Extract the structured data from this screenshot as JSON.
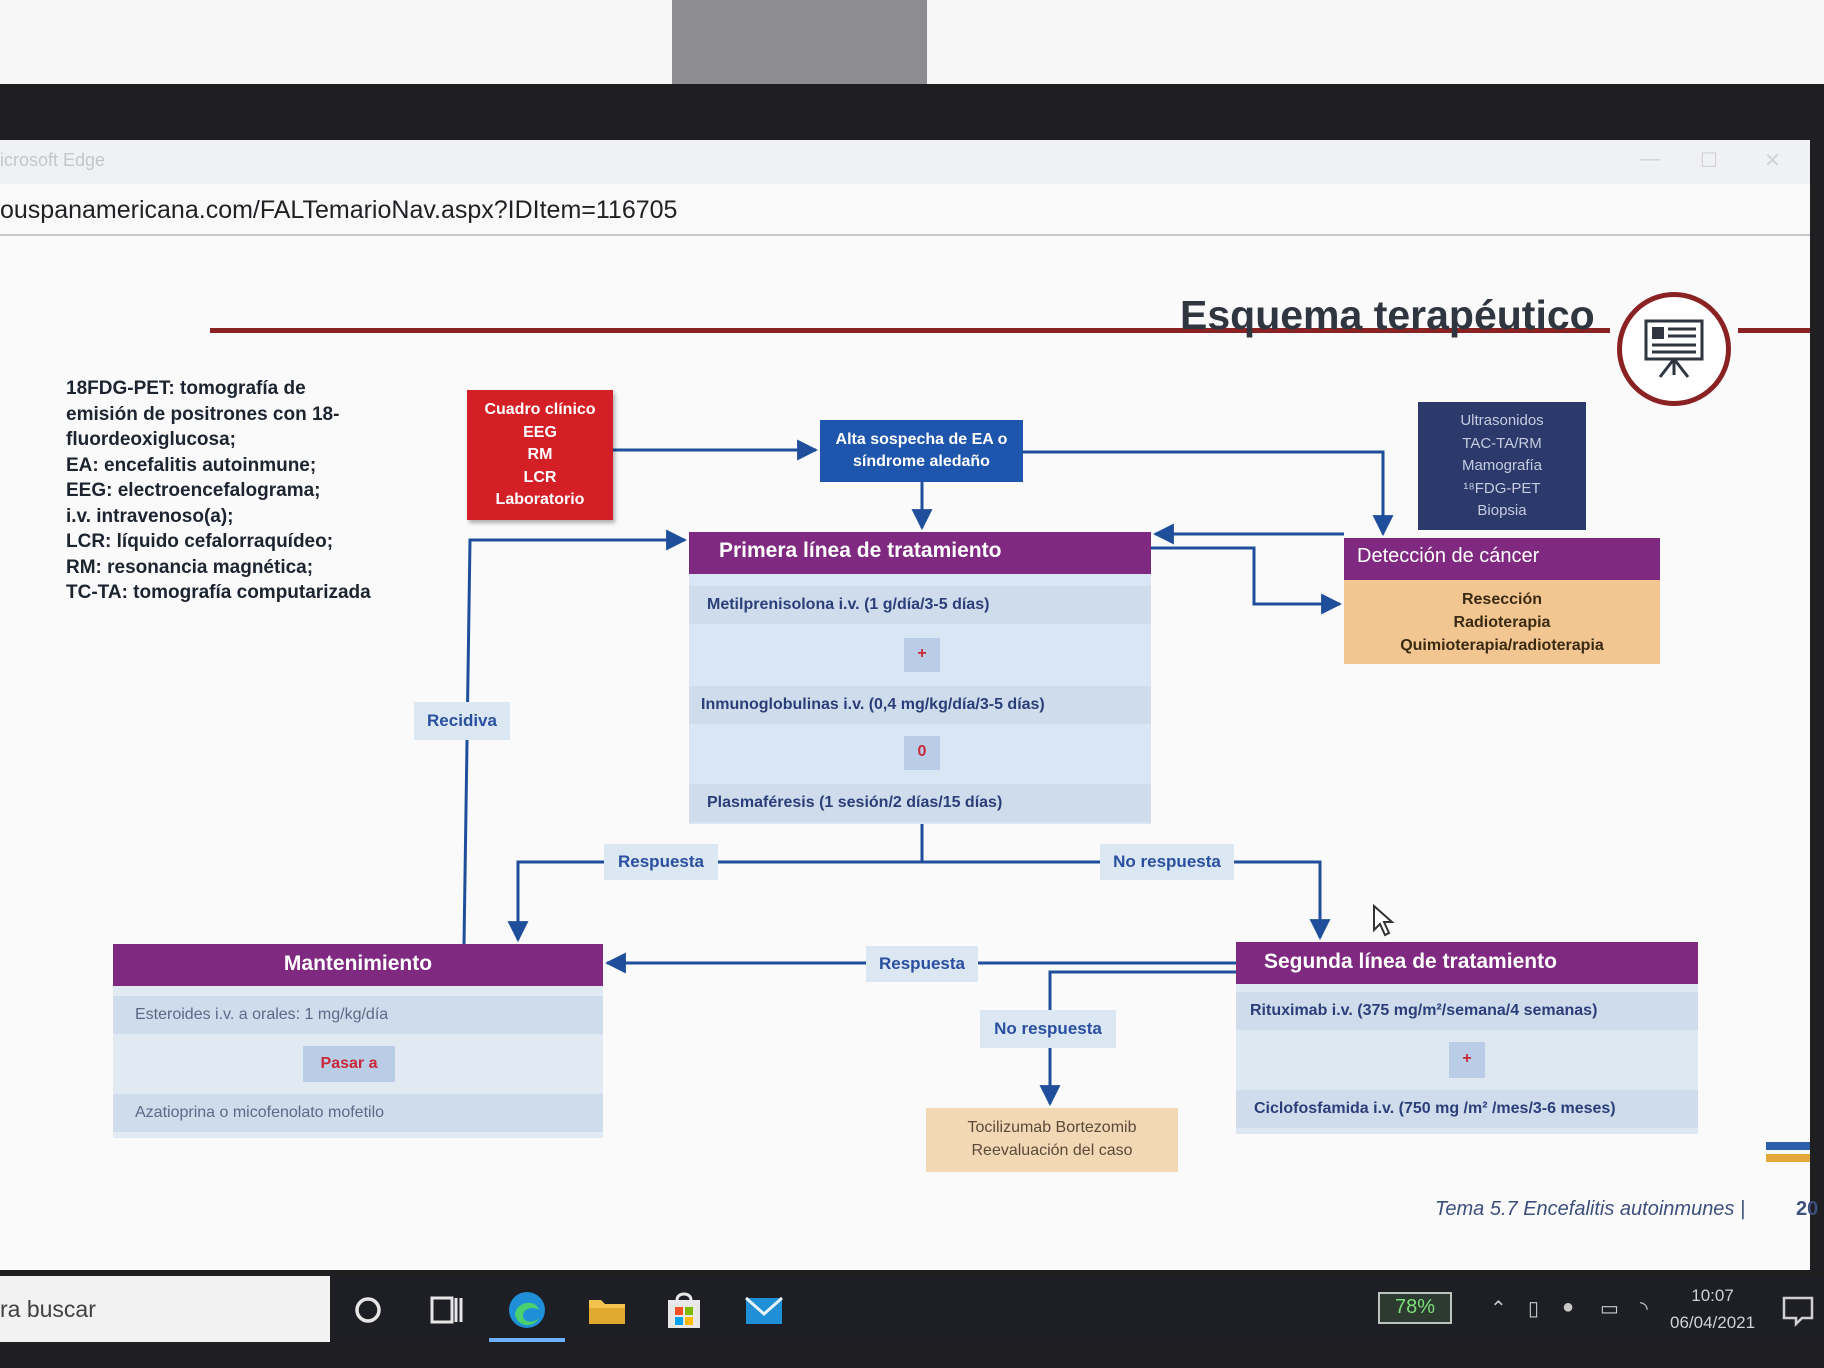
{
  "browser": {
    "app_title": "icrosoft Edge",
    "url": "ouspanamericana.com/FALTemarioNav.aspx?IDItem=116705"
  },
  "slide": {
    "title": "Esquema terapéutico",
    "glossary": [
      "18FDG-PET: tomografía de",
      "emisión de positrones con 18-",
      "fluordeoxiglucosa;",
      "EA: encefalitis autoinmune;",
      "EEG: electroencefalograma;",
      "i.v. intravenoso(a);",
      "LCR: líquido cefalorraquídeo;",
      "RM: resonancia magnética;",
      "TC-TA: tomografía computarizada"
    ],
    "clinical_box": [
      "Cuadro clínico",
      "EEG",
      "RM",
      "LCR",
      "Laboratorio"
    ],
    "suspicion_box": [
      "Alta sospecha de EA o",
      "síndrome aledaño"
    ],
    "imaging_box": [
      "Ultrasonidos",
      "TAC-TA/RM",
      "Mamografía",
      "¹⁸FDG-PET",
      "Biopsia"
    ],
    "first_line": {
      "title": "Primera línea de tratamiento",
      "drug1": "Metilprenisolona i.v. (1 g/día/3-5 días)",
      "op1": "+",
      "drug2": "Inmunoglobulinas i.v. (0,4 mg/kg/día/3-5 días)",
      "op2": "0",
      "drug3": "Plasmaféresis (1 sesión/2 días/15 días)"
    },
    "cancer": {
      "title": "Detección de cáncer",
      "items": [
        "Resección",
        "Radioterapia",
        "Quimioterapia/radioterapia"
      ]
    },
    "labels": {
      "recidiva": "Recidiva",
      "respuesta_1": "Respuesta",
      "no_respuesta_1": "No respuesta",
      "respuesta_2": "Respuesta",
      "no_respuesta_2": "No respuesta"
    },
    "maintenance": {
      "title": "Mantenimiento",
      "line1": "Esteroides i.v. a orales: 1 mg/kg/día",
      "switch_label": "Pasar a",
      "line2": "Azatioprina o micofenolato mofetilo"
    },
    "second_line": {
      "title": "Segunda línea de tratamiento",
      "drug1": "Rituximab i.v. (375 mg/m²/semana/4 semanas)",
      "op": "+",
      "drug2": "Ciclofosfamida i.v. (750 mg /m² /mes/3-6 meses)"
    },
    "rescue_box": [
      "Tocilizumab Bortezomib",
      "Reevaluación del caso"
    ],
    "footer": "Tema 5.7  Encefalitis autoinmunes  |",
    "page_number": "20"
  },
  "taskbar": {
    "search_text": "ra buscar",
    "battery_percent": "78%",
    "time": "10:07",
    "date": "06/04/2021"
  },
  "colors": {
    "title_rule": "#8a2223",
    "purple_header": "#7f2a80",
    "red_box": "#d51f27",
    "blue_box": "#1f56ad",
    "navy_box": "#2b3a6b",
    "arrow": "#1f4f9a"
  }
}
